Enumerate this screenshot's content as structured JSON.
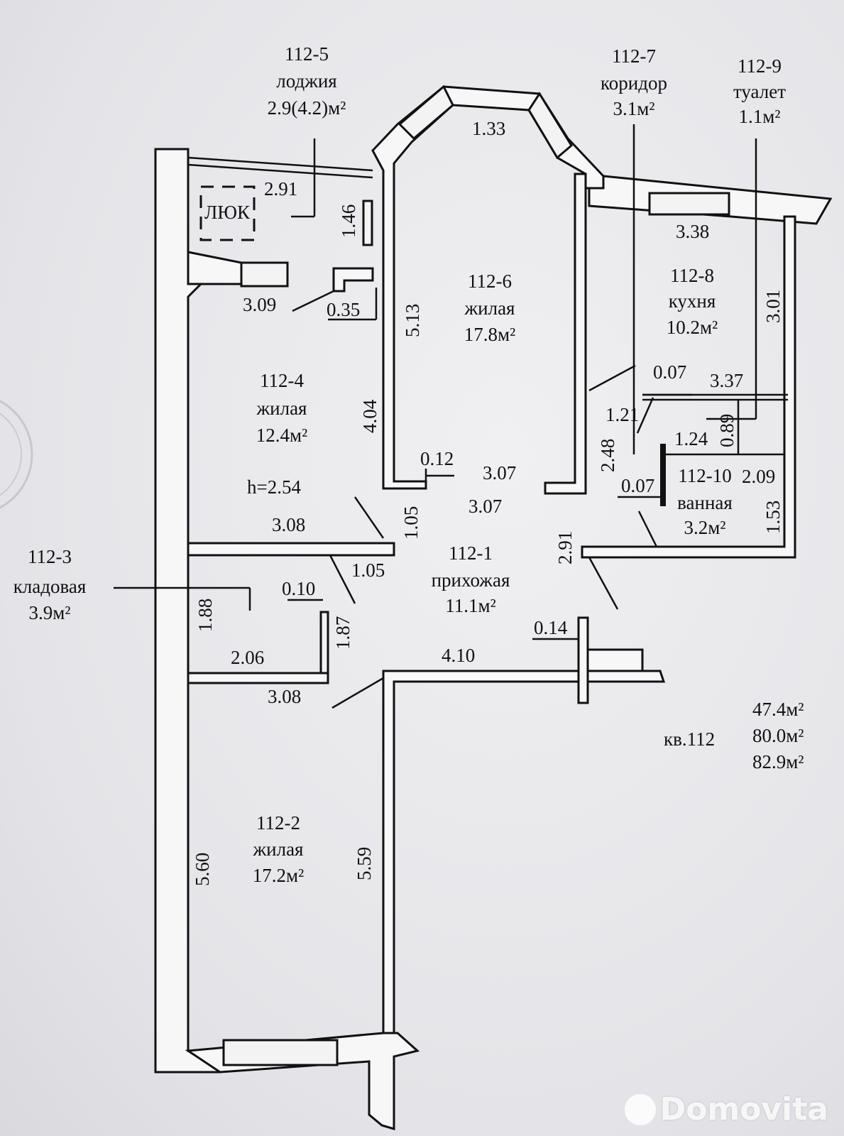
{
  "rooms": {
    "r5": {
      "num": "112-5",
      "name": "лоджия",
      "area": "2.9(4.2)м²"
    },
    "r7": {
      "num": "112-7",
      "name": "коридор",
      "area": "3.1м²"
    },
    "r9": {
      "num": "112-9",
      "name": "туалет",
      "area": "1.1м²"
    },
    "r6": {
      "num": "112-6",
      "name": "жилая",
      "area": "17.8м²"
    },
    "r8": {
      "num": "112-8",
      "name": "кухня",
      "area": "10.2м²"
    },
    "r4": {
      "num": "112-4",
      "name": "жилая",
      "area": "12.4м²",
      "height": "h=2.54"
    },
    "r10": {
      "num": "112-10",
      "name": "ванная",
      "area": "3.2м²"
    },
    "r3": {
      "num": "112-3",
      "name": "кладовая",
      "area": "3.9м²"
    },
    "r1": {
      "num": "112-1",
      "name": "прихожая",
      "area": "11.1м²"
    },
    "r2": {
      "num": "112-2",
      "name": "жилая",
      "area": "17.2м²"
    }
  },
  "hatch_label": "ЛЮК",
  "dims": {
    "d_291_top": "2.91",
    "d_146": "1.46",
    "d_133": "1.33",
    "d_338": "3.38",
    "d_309": "3.09",
    "d_035": "0.35",
    "d_513": "5.13",
    "d_301": "3.01",
    "d_007a": "0.07",
    "d_337": "3.37",
    "d_404": "4.04",
    "d_121": "1.21",
    "d_089": "0.89",
    "d_248": "2.48",
    "d_124": "1.24",
    "d_012": "0.12",
    "d_307a": "3.07",
    "d_307b": "3.07",
    "d_007b": "0.07",
    "d_209": "2.09",
    "d_105a": "1.05",
    "d_153": "1.53",
    "d_308a": "3.08",
    "d_291_mid": "2.91",
    "d_105b": "1.05",
    "d_010": "0.10",
    "d_188": "1.88",
    "d_187": "1.87",
    "d_014": "0.14",
    "d_206": "2.06",
    "d_410": "4.10",
    "d_308b": "3.08",
    "d_560": "5.60",
    "d_559": "5.59"
  },
  "summary": {
    "apt": "кв.112",
    "area1": "47.4м²",
    "area2": "80.0м²",
    "area3": "82.9м²"
  },
  "watermark": "Domovita"
}
